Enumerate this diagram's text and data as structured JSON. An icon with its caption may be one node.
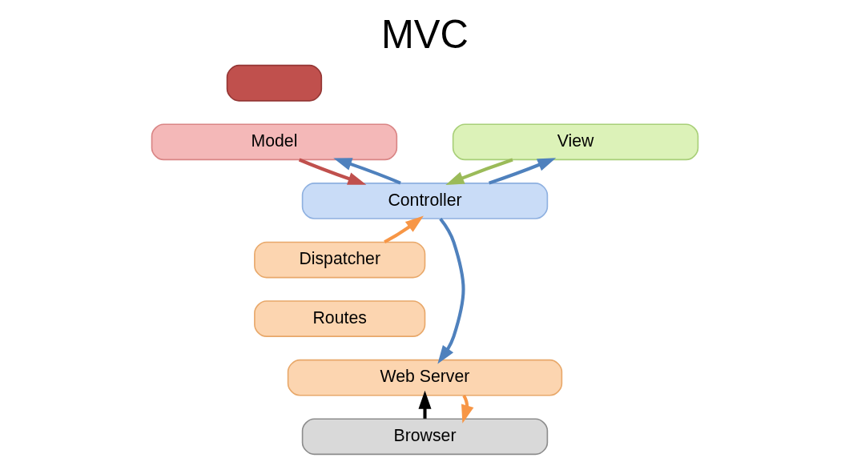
{
  "diagram": {
    "title": "MVC",
    "nodes": [
      {
        "text": [],
        "shape": "box"
      },
      {
        "text": [
          "Model"
        ]
      },
      {
        "text": [
          "View"
        ]
      },
      {
        "text": [
          "Controller"
        ]
      },
      {
        "text": [
          "Dispatcher"
        ]
      },
      {
        "text": [
          "Routes"
        ]
      },
      {
        "text": [
          "Web Server"
        ]
      },
      {
        "text": [
          "Browser"
        ]
      }
    ],
    "edges": [
      {
        "from": 3,
        "to": 1,
        "arrow": "to"
      },
      {
        "from": 1,
        "to": 3,
        "arrow": "to",
        "color": "#c0504d"
      },
      {
        "from": 3,
        "to": 2,
        "arrow": "to"
      },
      {
        "from": 2,
        "to": 3,
        "arrow": "to",
        "color": "#9bbb59"
      },
      {
        "from": 3,
        "to": 6,
        "arrow": "to"
      },
      {
        "from": 4,
        "to": 3,
        "arrow": "to",
        "color": "#f79646"
      },
      {
        "from": 7,
        "to": 6,
        "arrow": "to",
        "color": "#000000"
      },
      {
        "from": 6,
        "to": 7,
        "arrow": "to",
        "color": "#f79646"
      }
    ]
  }
}
